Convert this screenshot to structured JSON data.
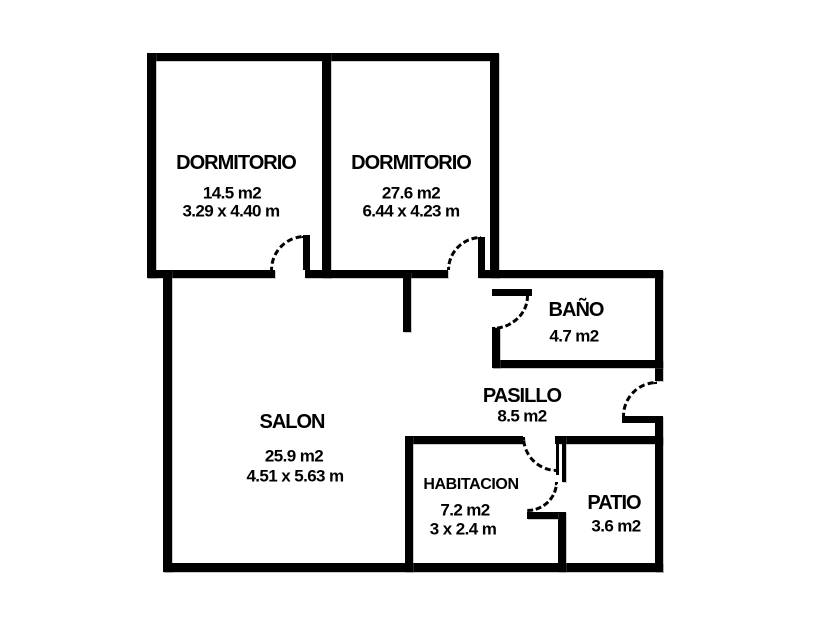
{
  "figure": {
    "type": "floor-plan",
    "background_color": "#ffffff",
    "wall_color": "#000000",
    "text_color": "#000000"
  },
  "rooms": [
    {
      "id": "dormitorio-1",
      "name": "DORMITORIO",
      "area": "14.5 m2",
      "dimensions": "3.29 x 4.40 m"
    },
    {
      "id": "dormitorio-2",
      "name": "DORMITORIO",
      "area": "27.6 m2",
      "dimensions": "6.44 x 4.23 m"
    },
    {
      "id": "bano",
      "name": "BAÑO",
      "area": "4.7 m2"
    },
    {
      "id": "salon",
      "name": "SALON",
      "area": "25.9 m2",
      "dimensions": "4.51 x 5.63 m"
    },
    {
      "id": "pasillo",
      "name": "PASILLO",
      "area": "8.5 m2"
    },
    {
      "id": "habitacion",
      "name": "HABITACION",
      "area": "7.2 m2",
      "dimensions": "3 x 2.4 m"
    },
    {
      "id": "patio",
      "name": "PATIO",
      "area": "3.6 m2"
    }
  ]
}
